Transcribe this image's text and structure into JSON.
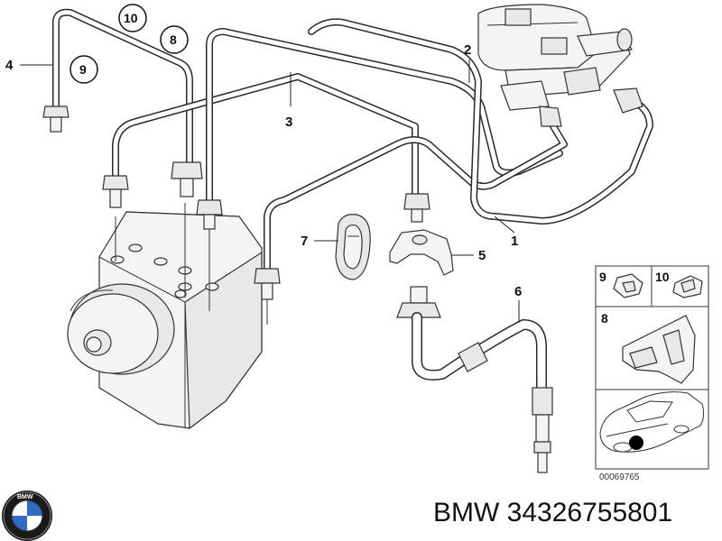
{
  "callouts": {
    "c1": "1",
    "c2": "2",
    "c3": "3",
    "c4": "4",
    "c5": "5",
    "c6": "6",
    "c7": "7",
    "c8": "8",
    "c9": "9",
    "c10": "10"
  },
  "inset": {
    "n9": "9",
    "n10": "10",
    "n8": "8"
  },
  "ref_number": "00069765",
  "brand_line": "BMW 34326755801",
  "logo_letters": "BMW"
}
